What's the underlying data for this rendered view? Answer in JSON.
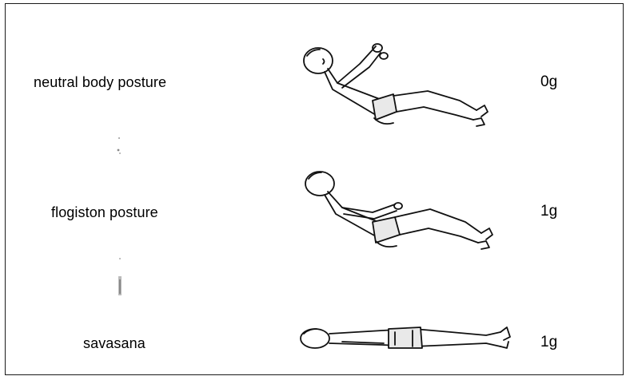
{
  "postures": [
    {
      "name": "neutral body posture",
      "gravity": "0g",
      "figure": "neutral-float-figure"
    },
    {
      "name": "flogiston posture",
      "gravity": "1g",
      "figure": "reclined-figure"
    },
    {
      "name": "savasana",
      "gravity": "1g",
      "figure": "supine-figure"
    }
  ]
}
